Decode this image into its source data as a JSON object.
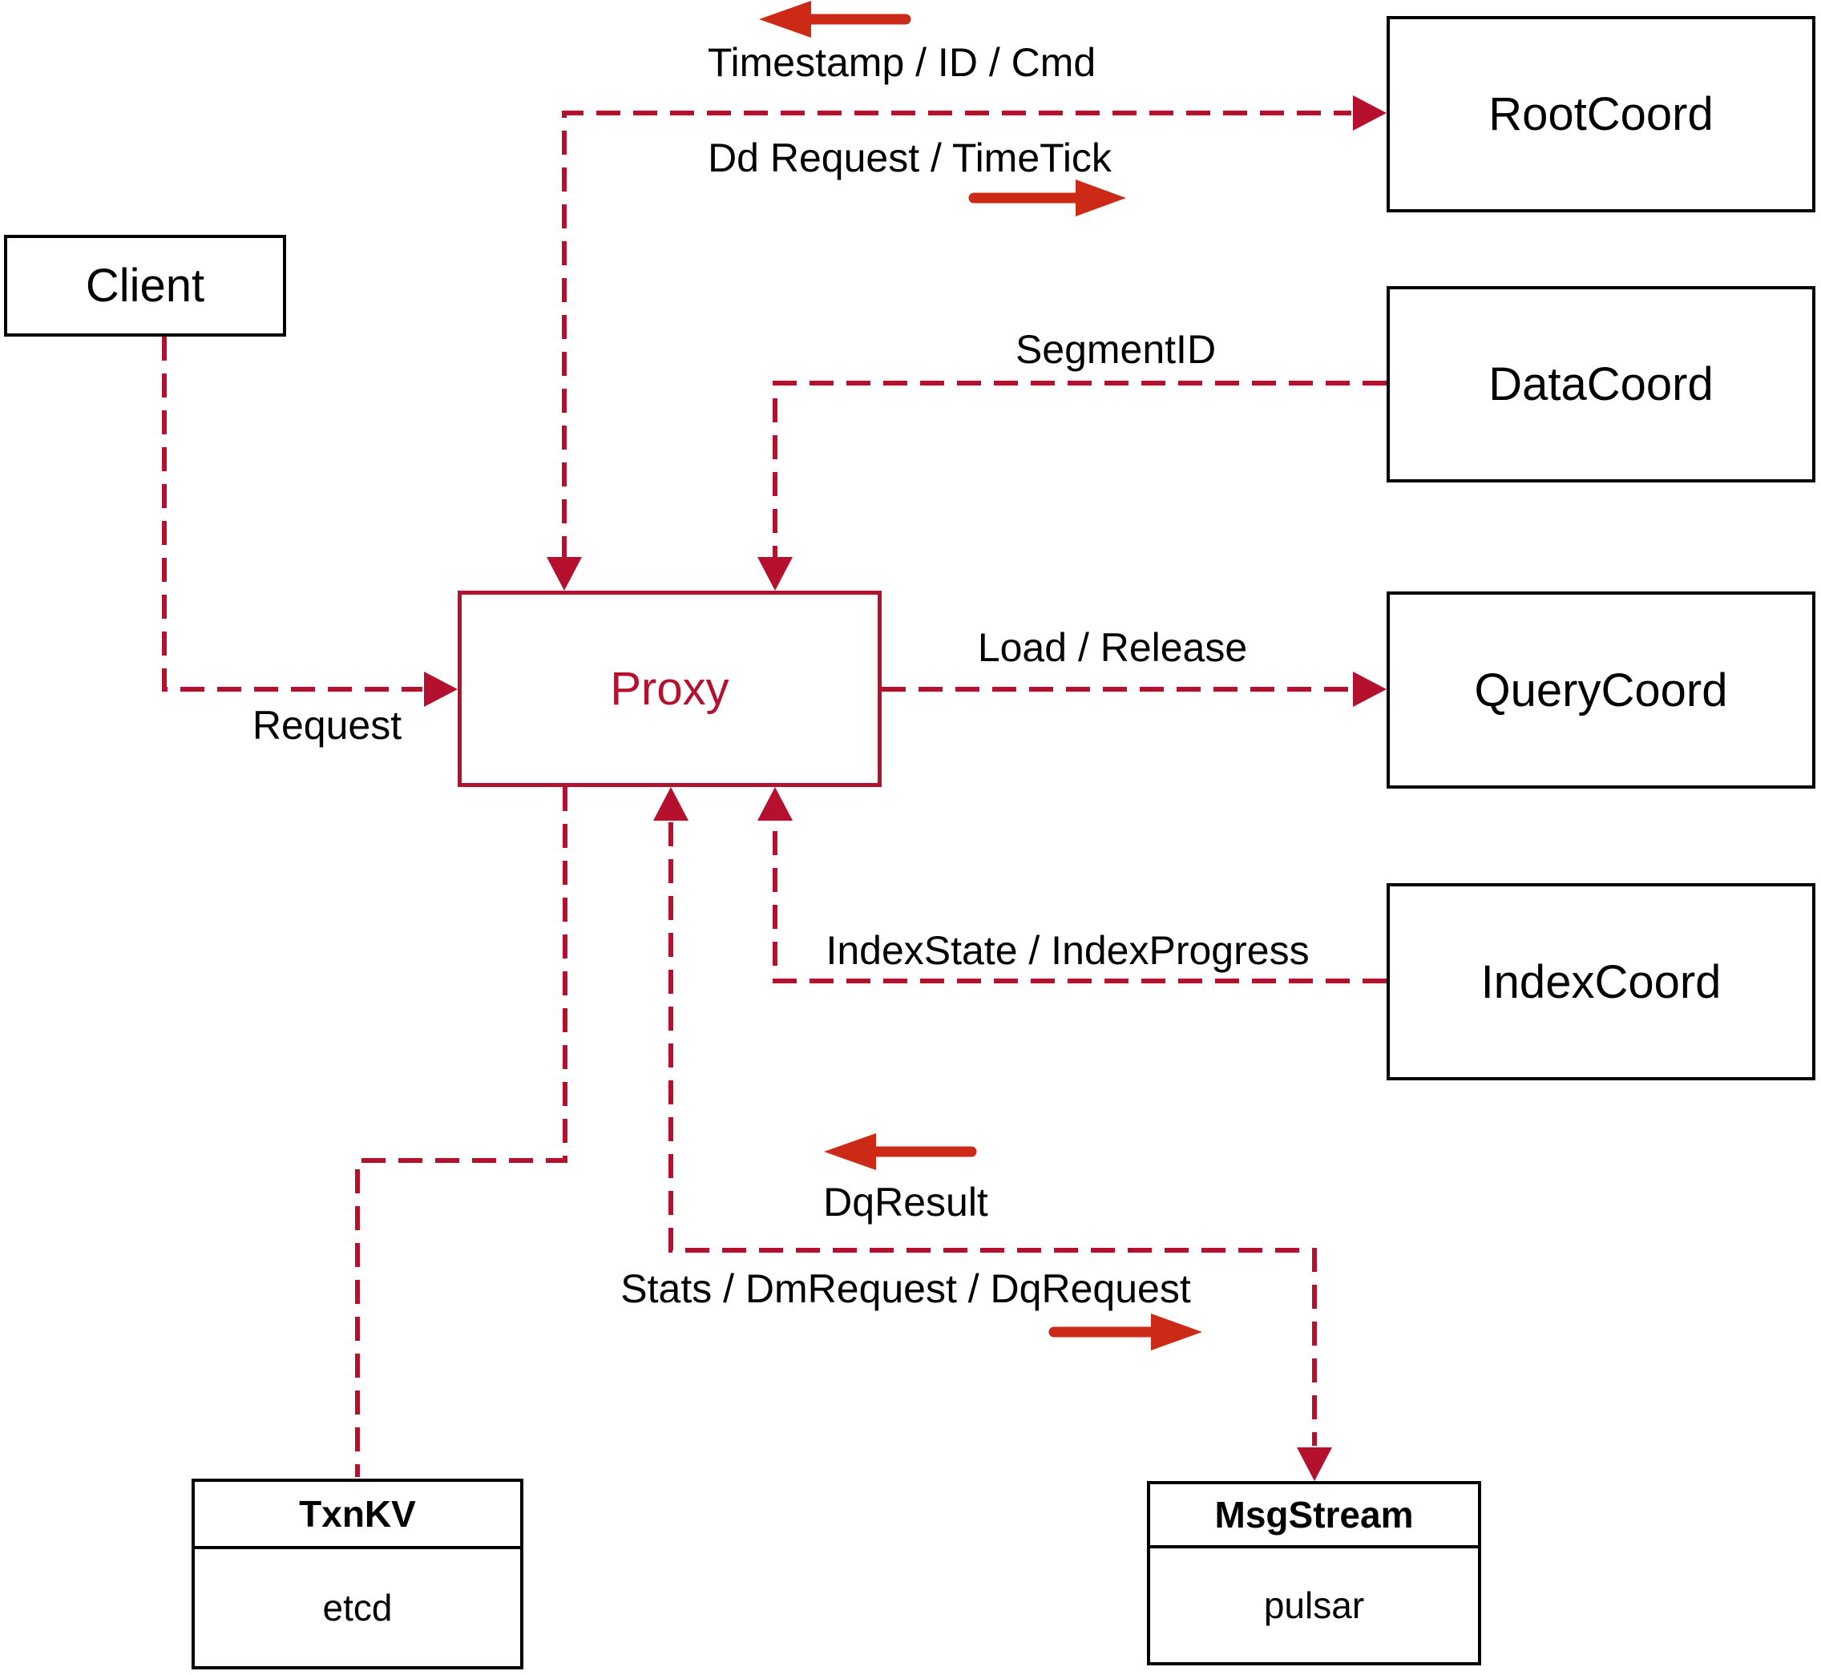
{
  "nodes": {
    "client": {
      "label": "Client"
    },
    "proxy": {
      "label": "Proxy"
    },
    "root_coord": {
      "label": "RootCoord"
    },
    "data_coord": {
      "label": "DataCoord"
    },
    "query_coord": {
      "label": "QueryCoord"
    },
    "index_coord": {
      "label": "IndexCoord"
    },
    "txn_kv": {
      "title": "TxnKV",
      "impl": "etcd"
    },
    "msg_stream": {
      "title": "MsgStream",
      "impl": "pulsar"
    }
  },
  "edge_labels": {
    "timestamp_id_cmd": "Timestamp / ID / Cmd",
    "dd_request_timetick": "Dd Request / TimeTick",
    "segment_id": "SegmentID",
    "load_release": "Load / Release",
    "index_state_progress": "IndexState / IndexProgress",
    "dq_result": "DqResult",
    "stats_dm_dq": "Stats / DmRequest / DqRequest",
    "request": "Request"
  },
  "colors": {
    "connector": "#b5112f",
    "annotation_arrow": "#cc2a16",
    "node_border": "#000000",
    "text": "#000000",
    "background": "#ffffff"
  }
}
